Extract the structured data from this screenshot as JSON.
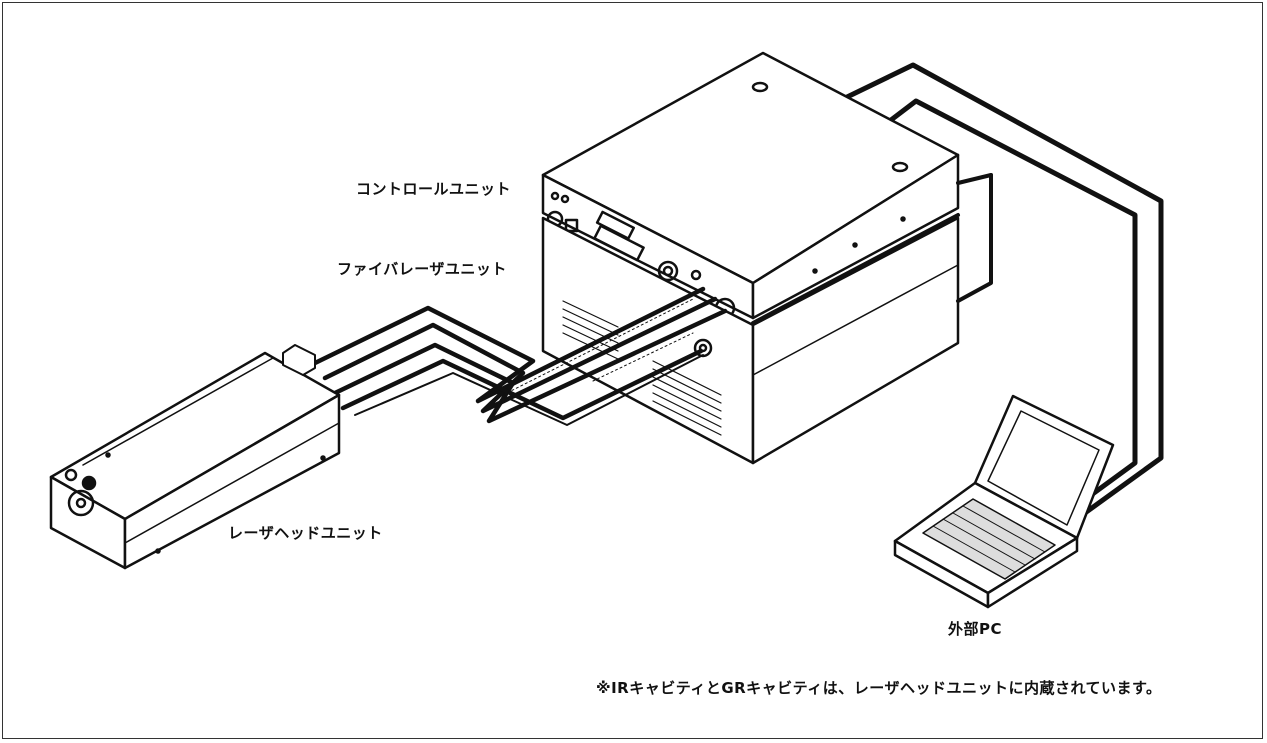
{
  "labels": {
    "control_unit": "コントロールユニット",
    "fiber_laser_unit": "ファイバレーザユニット",
    "laser_head_unit": "レーザヘッドユニット",
    "external_pc": "外部PC"
  },
  "note": "※IRキャビティとGRキャビティは、レーザヘッドユニットに内蔵されています。"
}
